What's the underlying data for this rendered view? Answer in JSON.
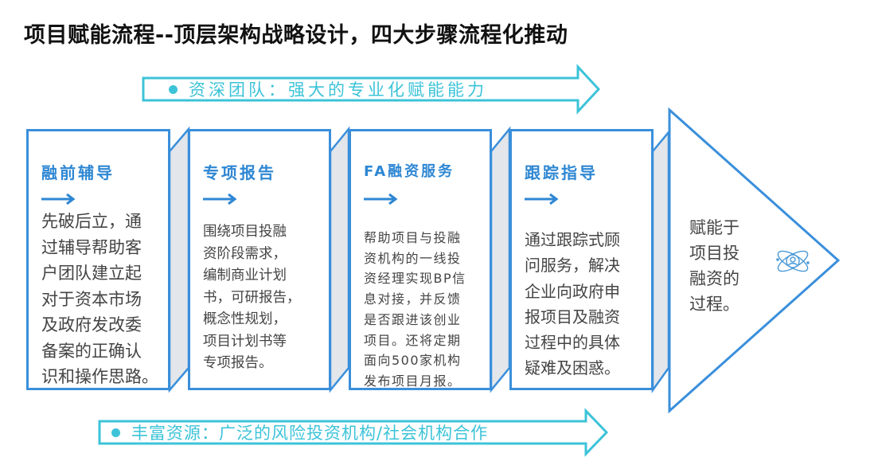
{
  "title": "项目赋能流程--顶层架构战略设计，四大步骤流程化推动",
  "top_banner": {
    "text": "资深团队：强大的专业化赋能能力"
  },
  "bottom_banner": {
    "text": "丰富资源：广泛的风险投资机构/社会机构合作"
  },
  "steps": [
    {
      "heading": "融前辅导",
      "lines": [
        "先破后立，通",
        "过辅导帮助客",
        "户团队建立起",
        "对于资本市场",
        "及政府发改委",
        "备案的正确认",
        "识和操作思路。"
      ]
    },
    {
      "heading": "专项报告",
      "lines": [
        "围绕项目投融",
        "资阶段需求，",
        "编制商业计划",
        "书，可研报告，",
        "概念性规划，",
        "项目计划书等",
        "专项报告。"
      ]
    },
    {
      "heading": "FA融资服务",
      "lines": [
        "帮助项目与投融",
        "资机构的一线投",
        "资经理实现BP信",
        "息对接，并反馈",
        "是否跟进该创业",
        "项目。还将定期",
        "面向500家机构",
        "发布项目月报。"
      ]
    },
    {
      "heading": "跟踪指导",
      "lines": [
        "通过跟踪式顾",
        "问服务，解决",
        "企业向政府申",
        "报项目及融资",
        "过程中的具体",
        "疑难及困惑。"
      ]
    }
  ],
  "final": {
    "lines": [
      "赋能于",
      "项目投",
      "融资的",
      "过程。"
    ],
    "icon": "atom-person-icon"
  },
  "colors": {
    "box_border": "#3a8fdb",
    "heading": "#2e87d3",
    "banner": "#3cc3d8",
    "connector": "#e3e6ea"
  }
}
